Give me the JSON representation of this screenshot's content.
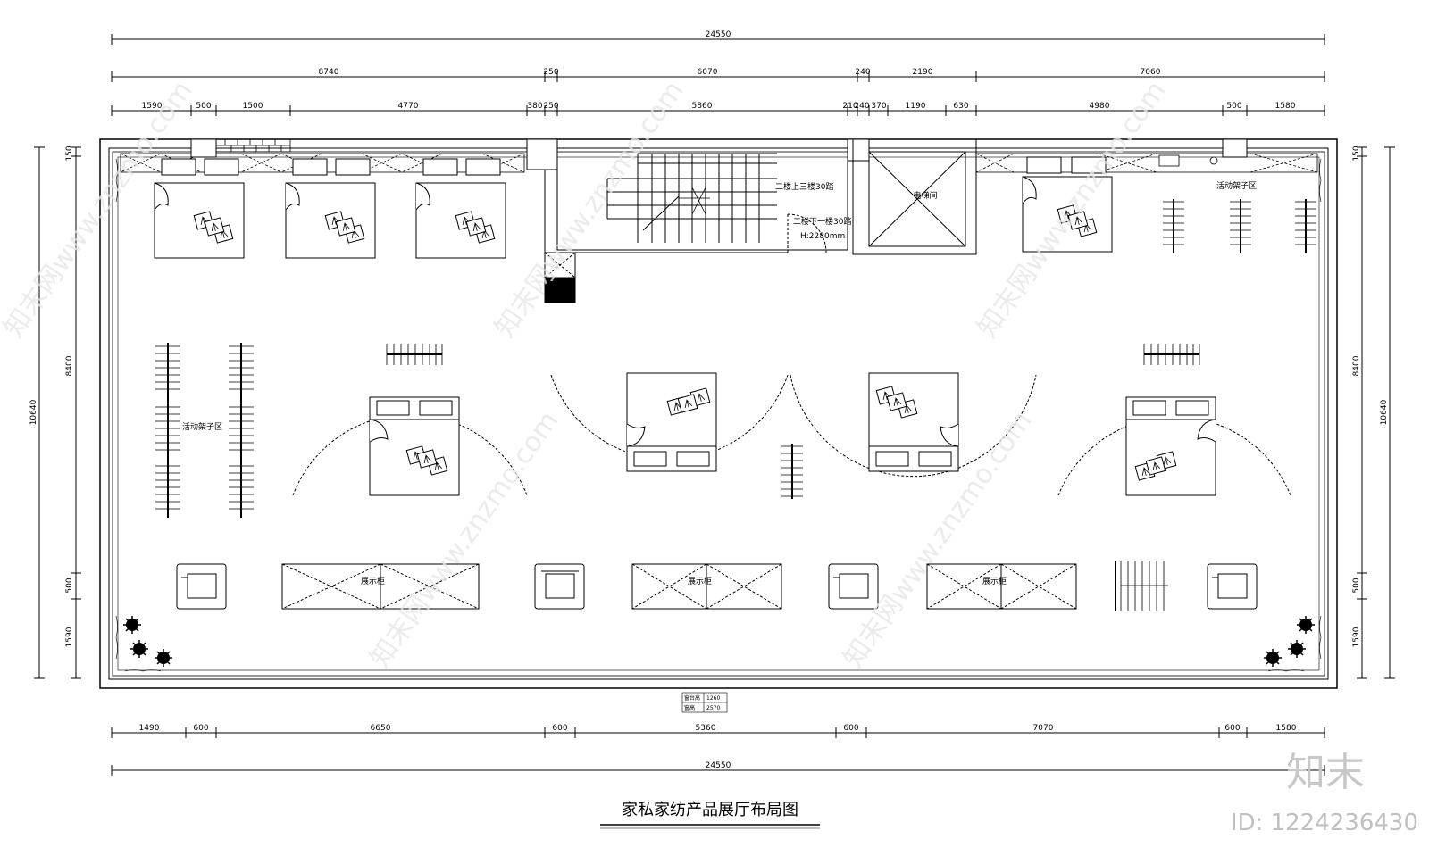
{
  "title": "家私家纺产品展厅布局图",
  "dimensions": {
    "top_total": "24550",
    "top_row2": [
      "8740",
      "250",
      "6070",
      "240",
      "2190",
      "7060"
    ],
    "top_row3": [
      "1590",
      "500",
      "1500",
      "4770",
      "380",
      "250",
      "5860",
      "210",
      "240",
      "370",
      "1190",
      "630",
      "4980",
      "500",
      "1580"
    ],
    "bottom_row": [
      "1490",
      "600",
      "6650",
      "600",
      "5360",
      "600",
      "7070",
      "600",
      "1580"
    ],
    "bottom_total": "24550",
    "left_total": "10640",
    "left_parts": [
      "150",
      "8400",
      "500",
      "1590"
    ],
    "right_total": "10640",
    "right_parts": [
      "150",
      "8400",
      "500",
      "1590"
    ]
  },
  "labels": {
    "activity_rack_left": "活动架子区",
    "activity_rack_right": "活动架子区",
    "display_cabinet": "展示柜",
    "elevator": "电梯间",
    "stair_up": "二楼上三楼30踏",
    "stair_down": "二楼下一楼30踏",
    "stair_height": "H:2280mm"
  },
  "window_table": [
    {
      "label": "窗台高",
      "value": "1260"
    },
    {
      "label": "窗高",
      "value": "2570"
    }
  ],
  "watermark": {
    "logo": "知末",
    "id": "ID: 1224236430",
    "site": "知末网www.znzmo.com"
  }
}
